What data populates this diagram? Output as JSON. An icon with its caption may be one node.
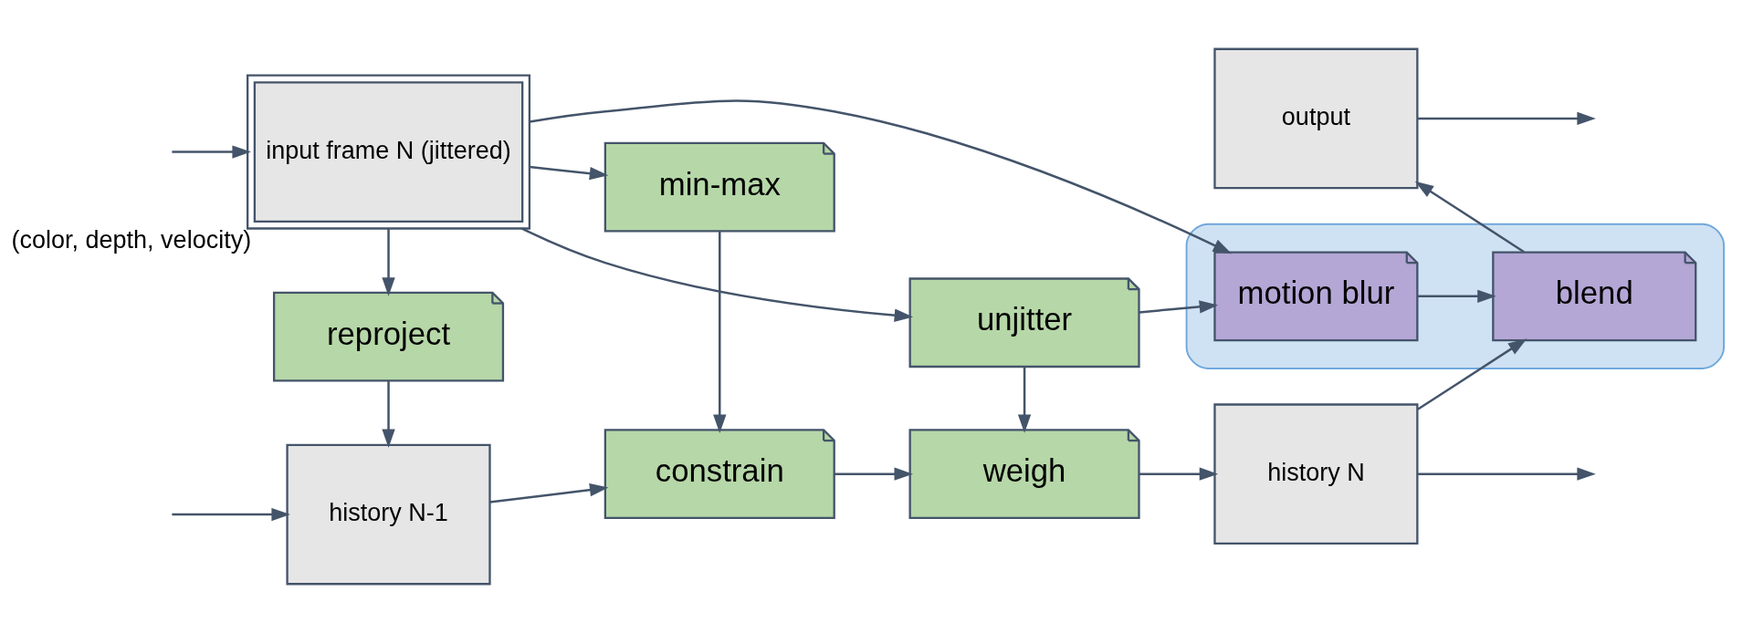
{
  "diagram": {
    "nodes": [
      {
        "text": [
          "history N-1"
        ]
      },
      {
        "text": [
          "constrain"
        ]
      },
      {
        "text": [
          "weigh"
        ]
      },
      {
        "text": [
          "history N"
        ]
      },
      {
        "text": [
          "reproject"
        ]
      },
      {
        "text": [
          "min-max"
        ]
      },
      {
        "text": [
          "unjitter"
        ]
      },
      {
        "text": [],
        "shape": "box"
      },
      {
        "text": [
          "motion blur"
        ],
        "in": 7
      },
      {
        "text": [
          "blend"
        ],
        "in": 7
      },
      {
        "text": [
          "input frame N (jittered)"
        ],
        "beside": [
          "(color, depth, velocity)"
        ]
      },
      {
        "text": [
          "output"
        ]
      }
    ],
    "edges": [
      {
        "from": null,
        "to": 0,
        "arrow": "to"
      },
      {
        "from": 0,
        "to": 1,
        "arrow": "to"
      },
      {
        "from": 1,
        "to": 2,
        "arrow": "to"
      },
      {
        "from": 2,
        "to": 3,
        "arrow": "to"
      },
      {
        "from": 3,
        "to": null,
        "arrow": "to"
      },
      {
        "from": 4,
        "to": 0,
        "arrow": "to"
      },
      {
        "from": 5,
        "to": 1,
        "arrow": "to"
      },
      {
        "from": 6,
        "to": 2,
        "arrow": "to"
      },
      {
        "from": 6,
        "to": 8,
        "arrow": "to"
      },
      {
        "from": 8,
        "to": 9,
        "arrow": "to"
      },
      {
        "from": 3,
        "to": 9,
        "arrow": "to"
      },
      {
        "from": 9,
        "to": 11,
        "arrow": "to"
      },
      {
        "from": null,
        "to": 10,
        "arrow": "to"
      },
      {
        "from": 10,
        "to": 4,
        "arrow": "to"
      },
      {
        "from": 10,
        "to": 5,
        "arrow": "to"
      },
      {
        "from": 10,
        "to": 6,
        "arrow": "to"
      },
      {
        "from": 10,
        "to": 8,
        "arrow": "to"
      },
      {
        "from": 11,
        "to": null,
        "arrow": "to"
      }
    ]
  }
}
